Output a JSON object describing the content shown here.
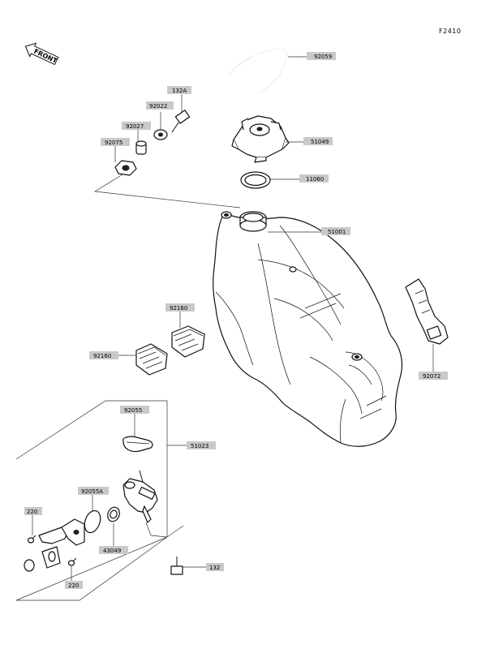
{
  "figure_id": "F2410",
  "front_indicator": "FRONT",
  "parts": {
    "fuel_hose": "92059",
    "fuel_cap": "51049",
    "cap_gasket": "11060",
    "fuel_tank": "51001",
    "bolt_132a": "132A",
    "washer_92022": "92022",
    "collar_92027": "92027",
    "damper_92075": "92075",
    "damper_92160_upper": "92160",
    "damper_92160_lower": "92160",
    "band_92072": "92072",
    "cock_assembly": "51023",
    "o_ring_92055": "92055",
    "o_ring_92055a": "92055A",
    "gasket_43049": "43049",
    "screw_220_upper": "220",
    "screw_220_lower": "220",
    "bolt_132": "132"
  }
}
